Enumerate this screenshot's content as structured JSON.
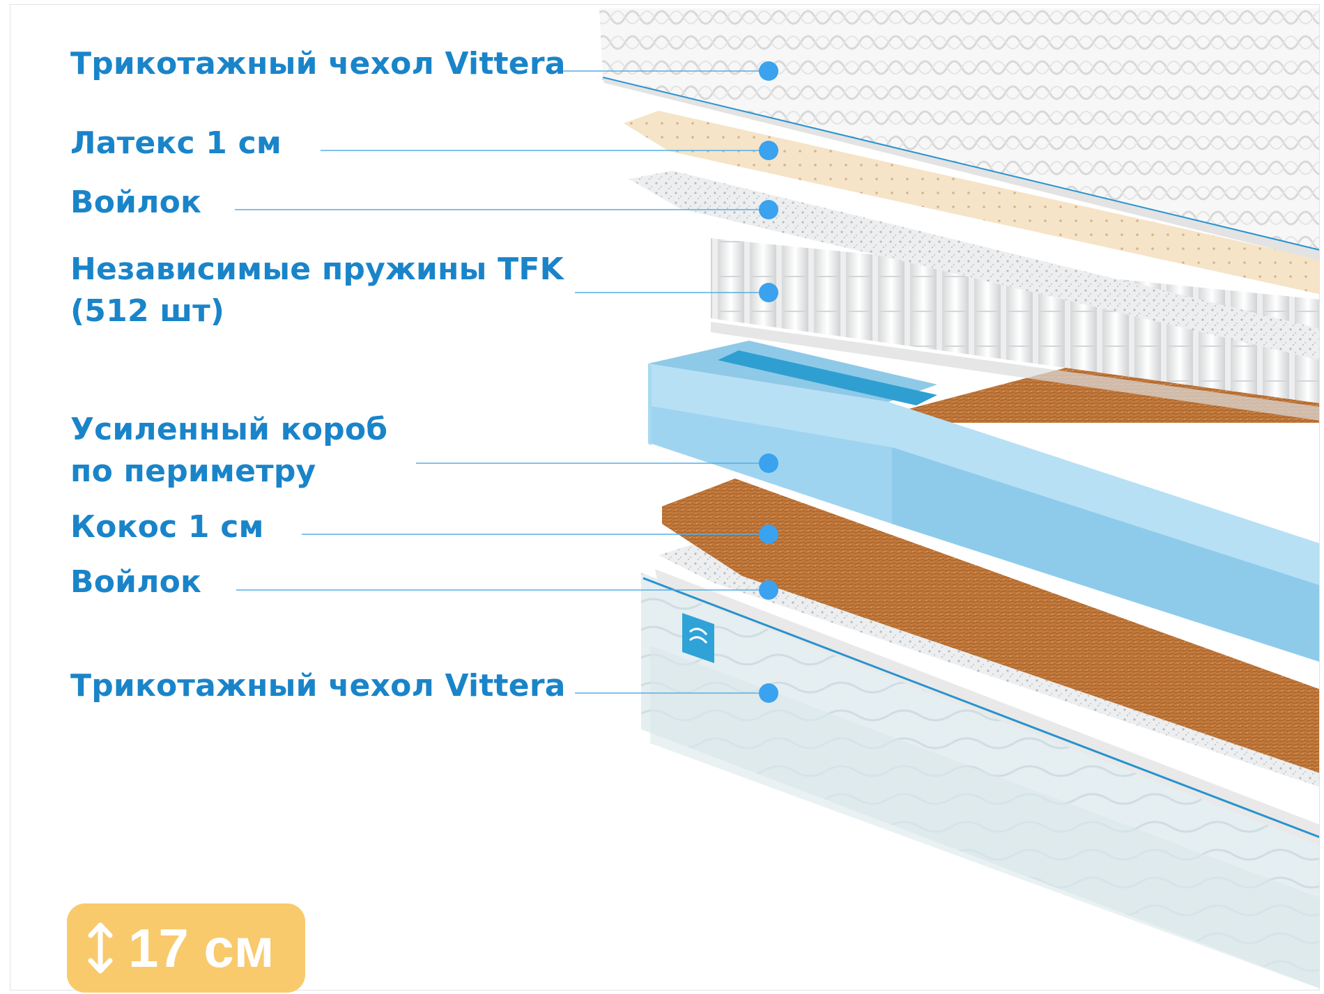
{
  "layers": [
    {
      "name": "Трикотажный чехол Vittera"
    },
    {
      "name": "Латекс 1 см"
    },
    {
      "name": "Войлок"
    },
    {
      "name": "Независимые пружины TFK (512 шт)",
      "lines": [
        "Независимые пружины TFK",
        "(512 шт)"
      ]
    },
    {
      "name": "Усиленный короб по периметру",
      "lines": [
        "Усиленный короб",
        "по периметру"
      ]
    },
    {
      "name": "Кокос 1 см"
    },
    {
      "name": "Войлок"
    },
    {
      "name": "Трикотажный чехол Vittera"
    }
  ],
  "height_badge": {
    "value": "17 см",
    "icon": "vertical-double-arrow-icon"
  },
  "colors": {
    "label": "#1a84c9",
    "dot": "#3aa2ee",
    "leader_line": "#52aee8",
    "badge": "#f8ca6c",
    "badge_text": "#ffffff",
    "foam": "#a4d8f2",
    "coconut": "#c2783a",
    "latex": "#f5e3c6",
    "felt": "#e6e8ea"
  }
}
